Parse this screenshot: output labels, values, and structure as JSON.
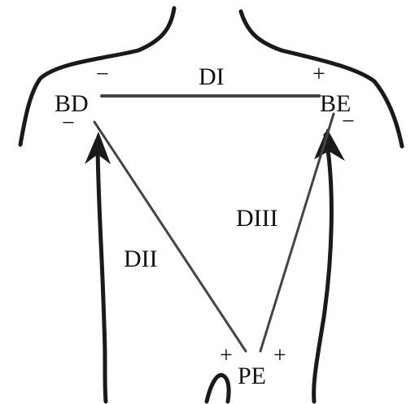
{
  "labels": {
    "right_arm": "BD",
    "left_arm": "BE",
    "left_leg": "PE",
    "lead_1": "DI",
    "lead_2": "DII",
    "lead_3": "DIII"
  },
  "polarity": {
    "bd_top": "−",
    "bd_bottom": "−",
    "be_top": "+",
    "be_bottom": "−",
    "pe_left": "+",
    "pe_right": "+"
  },
  "colors": {
    "outline": "#1a1a1a",
    "lead_line": "#444444",
    "text": "#111111"
  }
}
